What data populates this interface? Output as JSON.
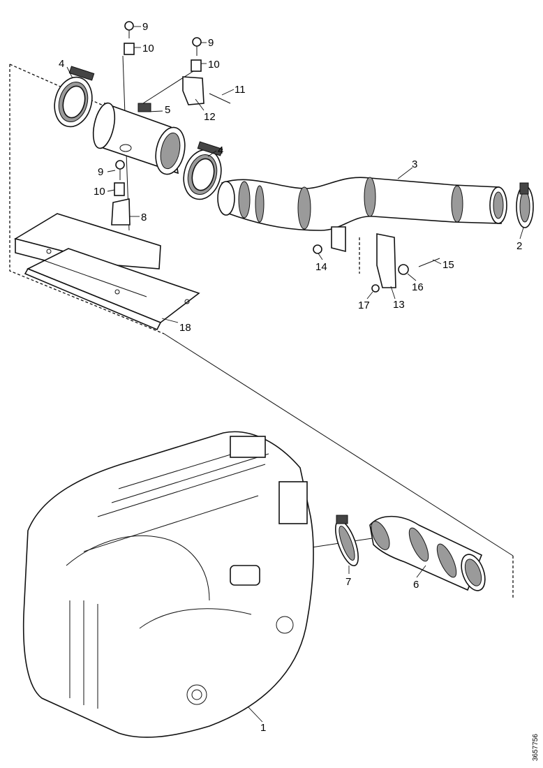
{
  "callouts": {
    "c1": "1",
    "c2": "2",
    "c3": "3",
    "c4a": "4",
    "c4b": "4",
    "c5": "5",
    "c6": "6",
    "c7": "7",
    "c8": "8",
    "c9a": "9",
    "c9b": "9",
    "c9c": "9",
    "c10a": "10",
    "c10b": "10",
    "c10c": "10",
    "c11": "11",
    "c12": "12",
    "c13": "13",
    "c14": "14",
    "c15": "15",
    "c16": "16",
    "c17": "17",
    "c18": "18"
  },
  "drawing_number": "3657756"
}
